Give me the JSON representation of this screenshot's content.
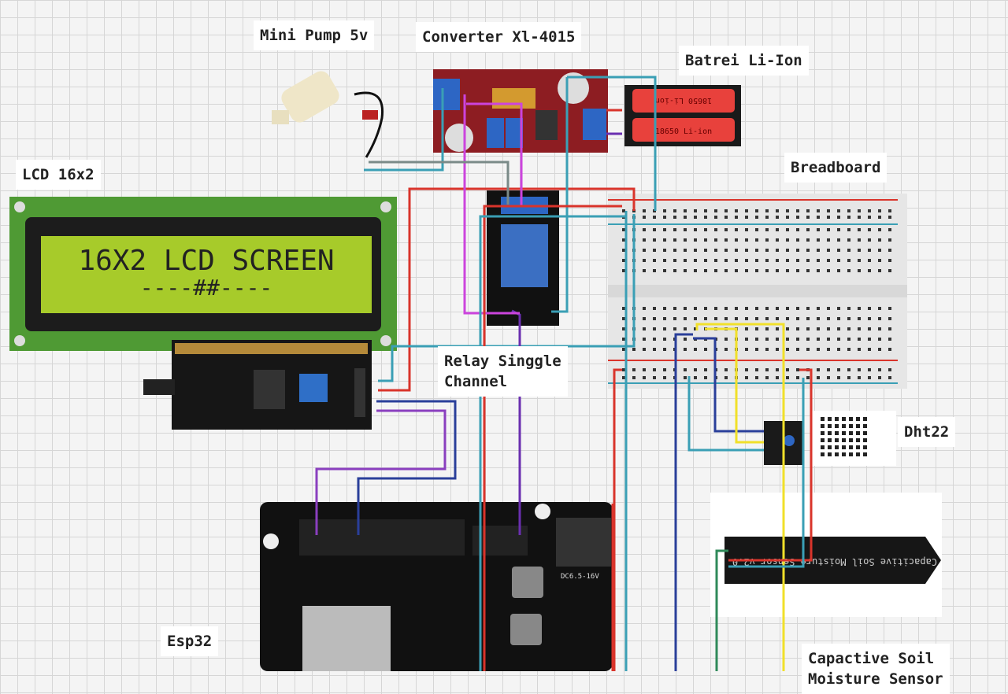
{
  "labels": {
    "pump": "Mini Pump 5v",
    "converter": "Converter Xl-4015",
    "battery": "Batrei Li-Ion",
    "lcd": "LCD 16x2",
    "breadboard": "Breadboard",
    "relay": "Relay Singgle\nChannel",
    "dht": "Dht22",
    "esp": "Esp32",
    "soil": "Capactive Soil\nMoisture Sensor"
  },
  "lcd_screen": {
    "line1": "16X2 LCD SCREEN",
    "line2": "----##----"
  },
  "battery_text": {
    "cell1": "18650 Li-ion",
    "cell2": "18650 Li-ion"
  },
  "soil_text": "Capacitive Soil Moisture Sensor v2.0",
  "esp_text": {
    "power": "DC6.5-16V"
  },
  "wire_colors": {
    "red": "#d9342b",
    "teal": "#3a9fb5",
    "magenta": "#cc44dd",
    "purple": "#6a2fb0",
    "navy": "#2a3f9a",
    "yellow": "#f1e02a",
    "green": "#2f8a5a",
    "gray": "#7a8a88"
  }
}
